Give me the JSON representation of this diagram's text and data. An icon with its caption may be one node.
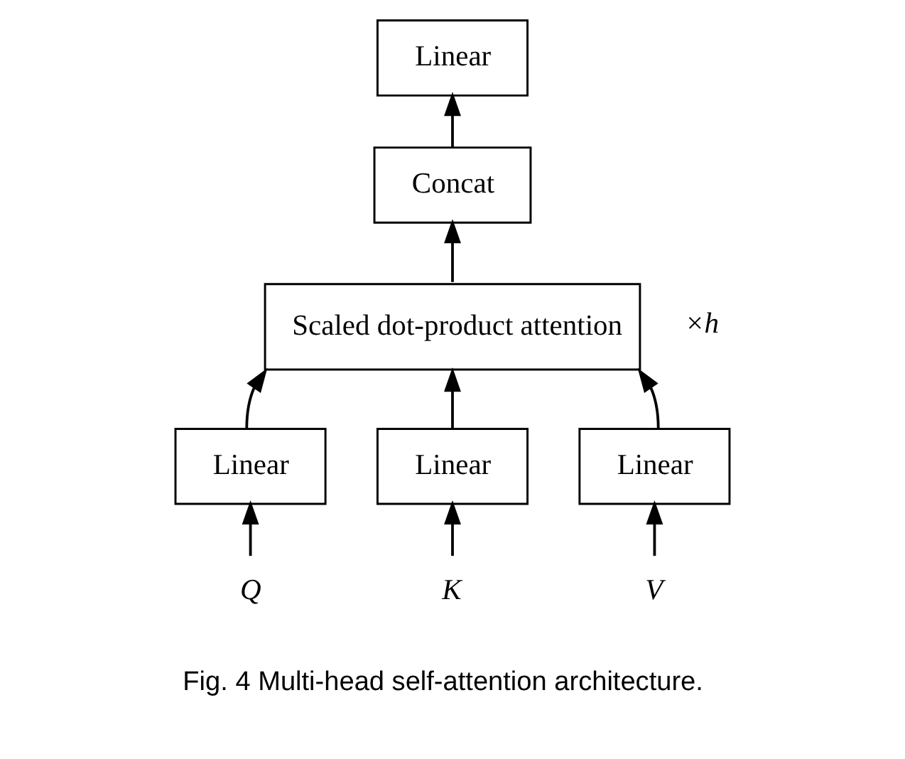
{
  "diagram": {
    "caption": "Fig. 4 Multi-head self-attention architecture.",
    "nodes": [
      {
        "text": [
          "Linear"
        ]
      },
      {
        "text": [
          "Concat"
        ]
      },
      {
        "text": [
          "Scaled dot-product attention"
        ],
        "beside": [
          "×h"
        ]
      },
      {
        "text": [
          "Linear"
        ]
      },
      {
        "text": [
          "Linear"
        ]
      },
      {
        "text": [
          "Linear"
        ]
      },
      {
        "text": [
          "Q"
        ]
      },
      {
        "text": [
          "K"
        ]
      },
      {
        "text": [
          "V"
        ]
      }
    ],
    "edges": [
      {
        "from": 6,
        "to": 3,
        "arrow": "to"
      },
      {
        "from": 7,
        "to": 4,
        "arrow": "to"
      },
      {
        "from": 8,
        "to": 5,
        "arrow": "to"
      },
      {
        "from": 3,
        "to": 2,
        "arrow": "to"
      },
      {
        "from": 4,
        "to": 2,
        "arrow": "to"
      },
      {
        "from": 5,
        "to": 2,
        "arrow": "to"
      },
      {
        "from": 2,
        "to": 1,
        "arrow": "to"
      },
      {
        "from": 1,
        "to": 0,
        "arrow": "to"
      }
    ]
  }
}
